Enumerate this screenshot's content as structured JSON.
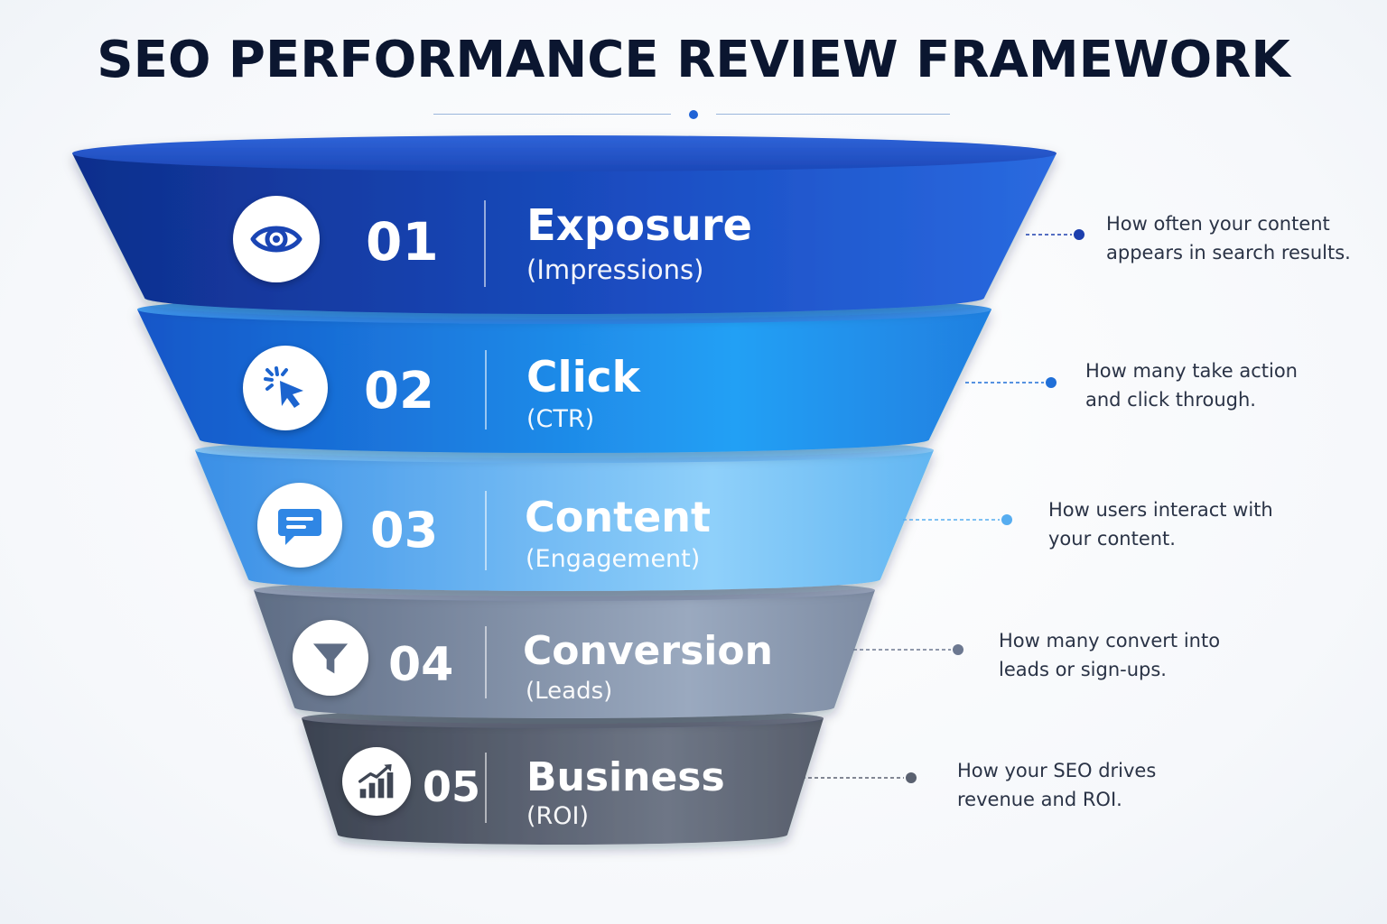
{
  "title": "SEO PERFORMANCE REVIEW FRAMEWORK",
  "colors": {
    "title": "#0b1630",
    "tier1": "#1744b4",
    "tier2": "#1f7fe0",
    "tier3": "#5db3f2",
    "tier4": "#7b8ba3",
    "tier5": "#5a6170"
  },
  "tiers": [
    {
      "number": "01",
      "title": "Exposure",
      "subtitle": "(Impressions)",
      "icon": "eye-icon",
      "desc_line1": "How often your content",
      "desc_line2": "appears in search results."
    },
    {
      "number": "02",
      "title": "Click",
      "subtitle": "(CTR)",
      "icon": "cursor-click-icon",
      "desc_line1": "How many take action",
      "desc_line2": "and click through."
    },
    {
      "number": "03",
      "title": "Content",
      "subtitle": "(Engagement)",
      "icon": "chat-bubble-icon",
      "desc_line1": "How users interact with",
      "desc_line2": "your content."
    },
    {
      "number": "04",
      "title": "Conversion",
      "subtitle": "(Leads)",
      "icon": "filter-funnel-icon",
      "desc_line1": "How many convert into",
      "desc_line2": "leads or sign-ups."
    },
    {
      "number": "05",
      "title": "Business",
      "subtitle": "(ROI)",
      "icon": "growth-chart-icon",
      "desc_line1": "How your SEO drives",
      "desc_line2": "revenue and ROI."
    }
  ]
}
